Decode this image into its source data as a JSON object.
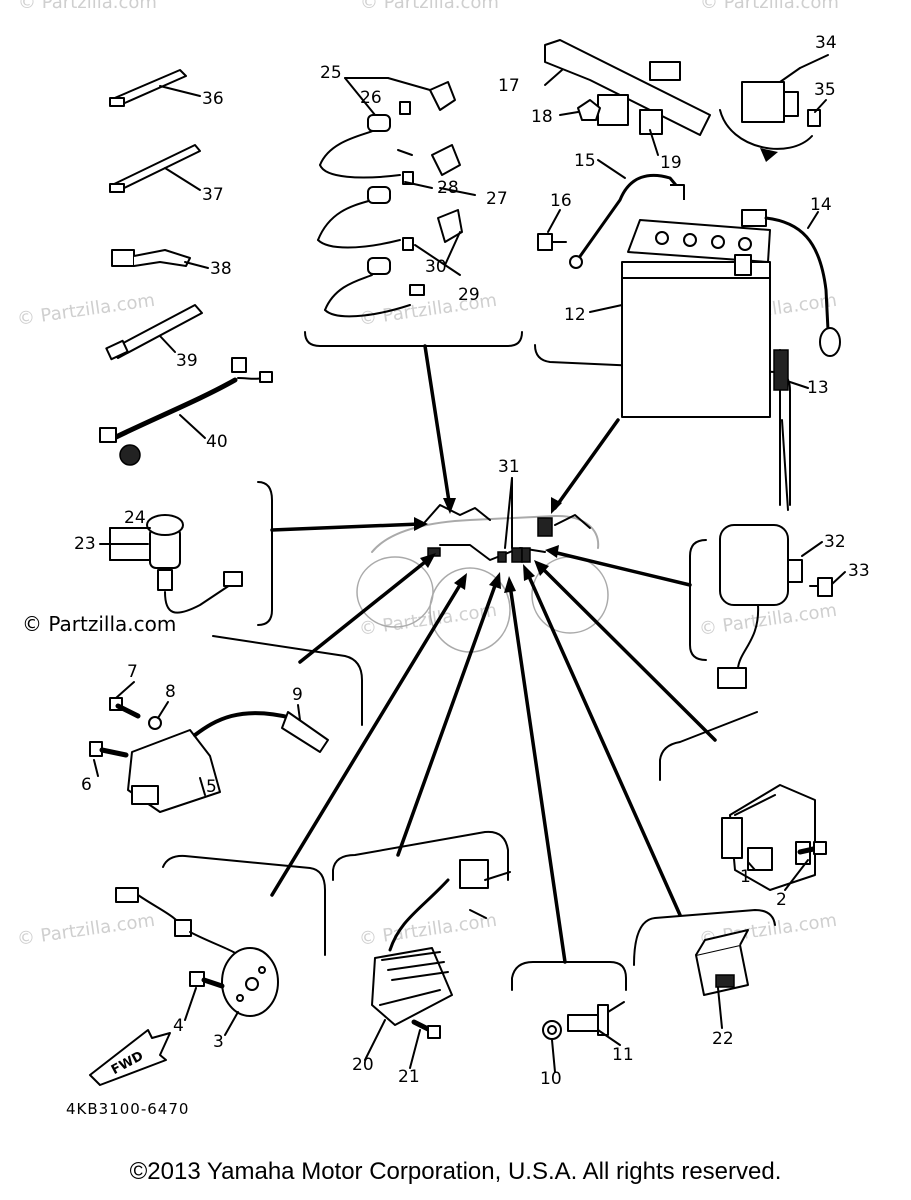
{
  "watermark": "© Partzilla.com",
  "partzilla_label": "© Partzilla.com",
  "page_code": "4KB3100-6470",
  "copyright": "©2013 Yamaha Motor Corporation, U.S.A. All rights reserved.",
  "fwd_label": "FWD",
  "callouts": {
    "c1": "1",
    "c2": "2",
    "c3": "3",
    "c4": "4",
    "c5": "5",
    "c6": "6",
    "c7": "7",
    "c8": "8",
    "c9": "9",
    "c10": "10",
    "c11": "11",
    "c12": "12",
    "c13": "13",
    "c14": "14",
    "c15": "15",
    "c16": "16",
    "c17": "17",
    "c18": "18",
    "c19": "19",
    "c20": "20",
    "c21": "21",
    "c22": "22",
    "c23": "23",
    "c24": "24",
    "c25": "25",
    "c26": "26",
    "c27": "27",
    "c28": "28",
    "c29": "29",
    "c30": "30",
    "c31": "31",
    "c32": "32",
    "c33": "33",
    "c34": "34",
    "c35": "35",
    "c36": "36",
    "c37": "37",
    "c38": "38",
    "c39": "39",
    "c40": "40"
  }
}
